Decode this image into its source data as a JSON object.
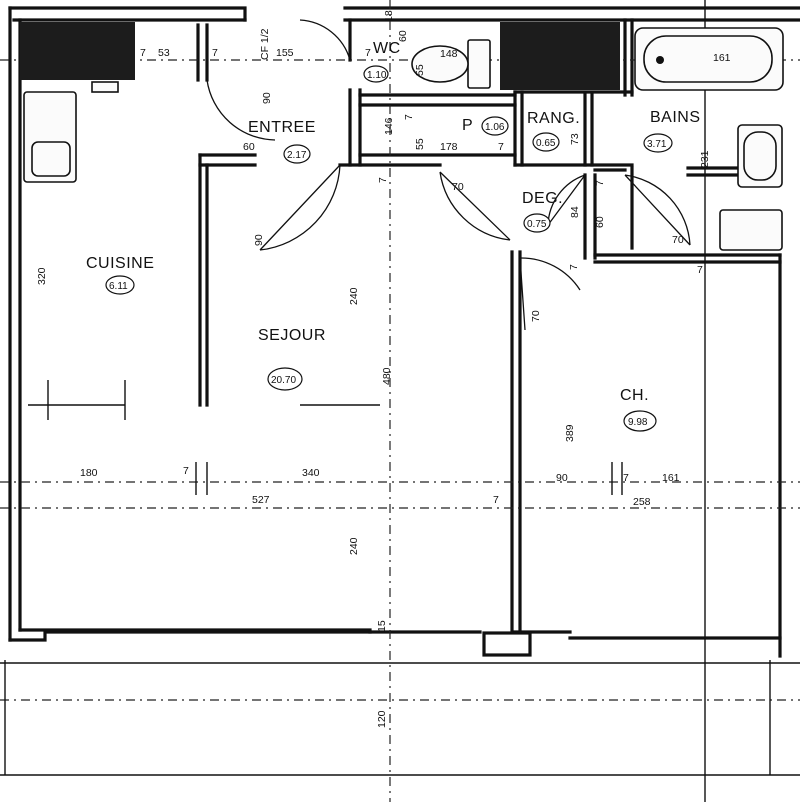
{
  "rooms": [
    {
      "id": "wc",
      "name": "WC",
      "area": "1.10"
    },
    {
      "id": "entree",
      "name": "ENTREE",
      "area": "2.17"
    },
    {
      "id": "placard",
      "name": "P",
      "area": "1.06"
    },
    {
      "id": "rangement",
      "name": "RANG.",
      "area": "0.65"
    },
    {
      "id": "bains",
      "name": "BAINS",
      "area": "3.71"
    },
    {
      "id": "degagement",
      "name": "DEG.",
      "area": "0.75"
    },
    {
      "id": "cuisine",
      "name": "CUISINE",
      "area": "6.11"
    },
    {
      "id": "sejour",
      "name": "SEJOUR",
      "area": "20.70"
    },
    {
      "id": "chambre",
      "name": "CH.",
      "area": "9.98"
    }
  ],
  "dimensions": [
    "7",
    "53",
    "7",
    "CF 1/2",
    "155",
    "7",
    "60",
    "148",
    "161",
    "90",
    "146",
    "7",
    "178",
    "7",
    "231",
    "73",
    "55",
    "55",
    "18",
    "60",
    "70",
    "84",
    "60",
    "70",
    "90",
    "7",
    "7",
    "7",
    "7",
    "320",
    "240",
    "480",
    "389",
    "70",
    "180",
    "7",
    "340",
    "90",
    "7",
    "161",
    "527",
    "7",
    "258",
    "240",
    "15",
    "120"
  ],
  "colors": {
    "ink": "#111111",
    "paper": "#ffffff"
  }
}
